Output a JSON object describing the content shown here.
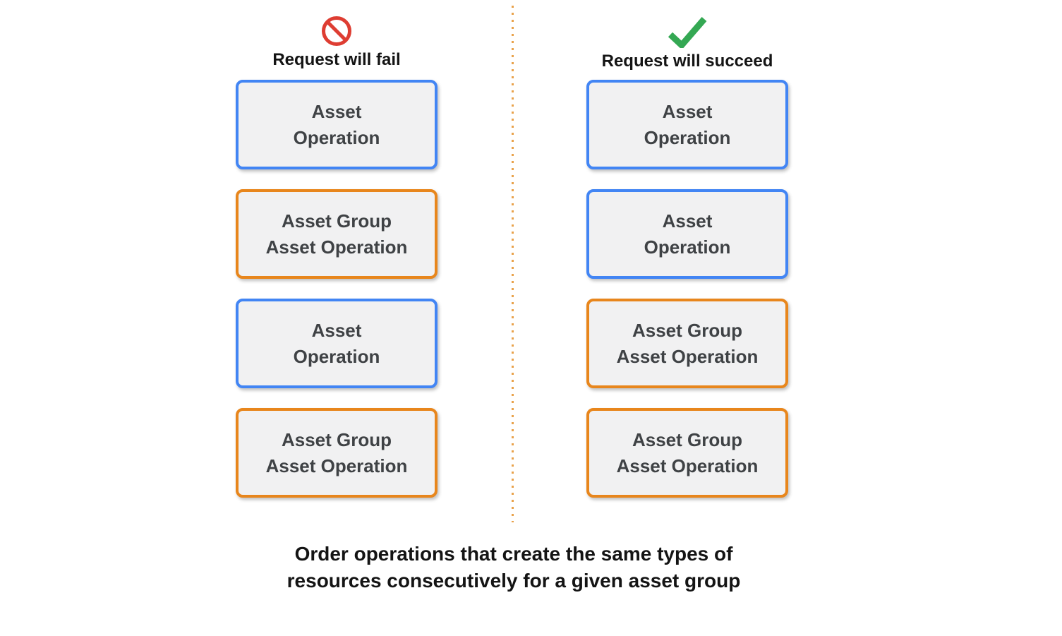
{
  "page": {
    "caption": "Order operations that create the same types of\nresources consecutively for a given asset group"
  },
  "colors": {
    "blue_border": "#4285F4",
    "orange_border": "#E8861C",
    "box_fill": "#F1F1F2",
    "box_text": "#3F4245",
    "fail_icon_red": "#DE3D32",
    "success_icon_green": "#34A853",
    "divider_orange": "#E9A24B"
  },
  "columns": [
    {
      "id": "fail",
      "header": {
        "icon": "prohibition-icon",
        "label": "Request will fail"
      },
      "boxes": [
        {
          "type": "asset-operation",
          "border": "blue",
          "label": "Asset\nOperation"
        },
        {
          "type": "asset-group-asset-operation",
          "border": "orange",
          "label": "Asset Group\nAsset Operation"
        },
        {
          "type": "asset-operation",
          "border": "blue",
          "label": "Asset\nOperation"
        },
        {
          "type": "asset-group-asset-operation",
          "border": "orange",
          "label": "Asset Group\nAsset Operation"
        }
      ]
    },
    {
      "id": "succeed",
      "header": {
        "icon": "checkmark-icon",
        "label": "Request will succeed"
      },
      "boxes": [
        {
          "type": "asset-operation",
          "border": "blue",
          "label": "Asset\nOperation"
        },
        {
          "type": "asset-operation",
          "border": "blue",
          "label": "Asset\nOperation"
        },
        {
          "type": "asset-group-asset-operation",
          "border": "orange",
          "label": "Asset Group\nAsset Operation"
        },
        {
          "type": "asset-group-asset-operation",
          "border": "orange",
          "label": "Asset Group\nAsset Operation"
        }
      ]
    }
  ]
}
